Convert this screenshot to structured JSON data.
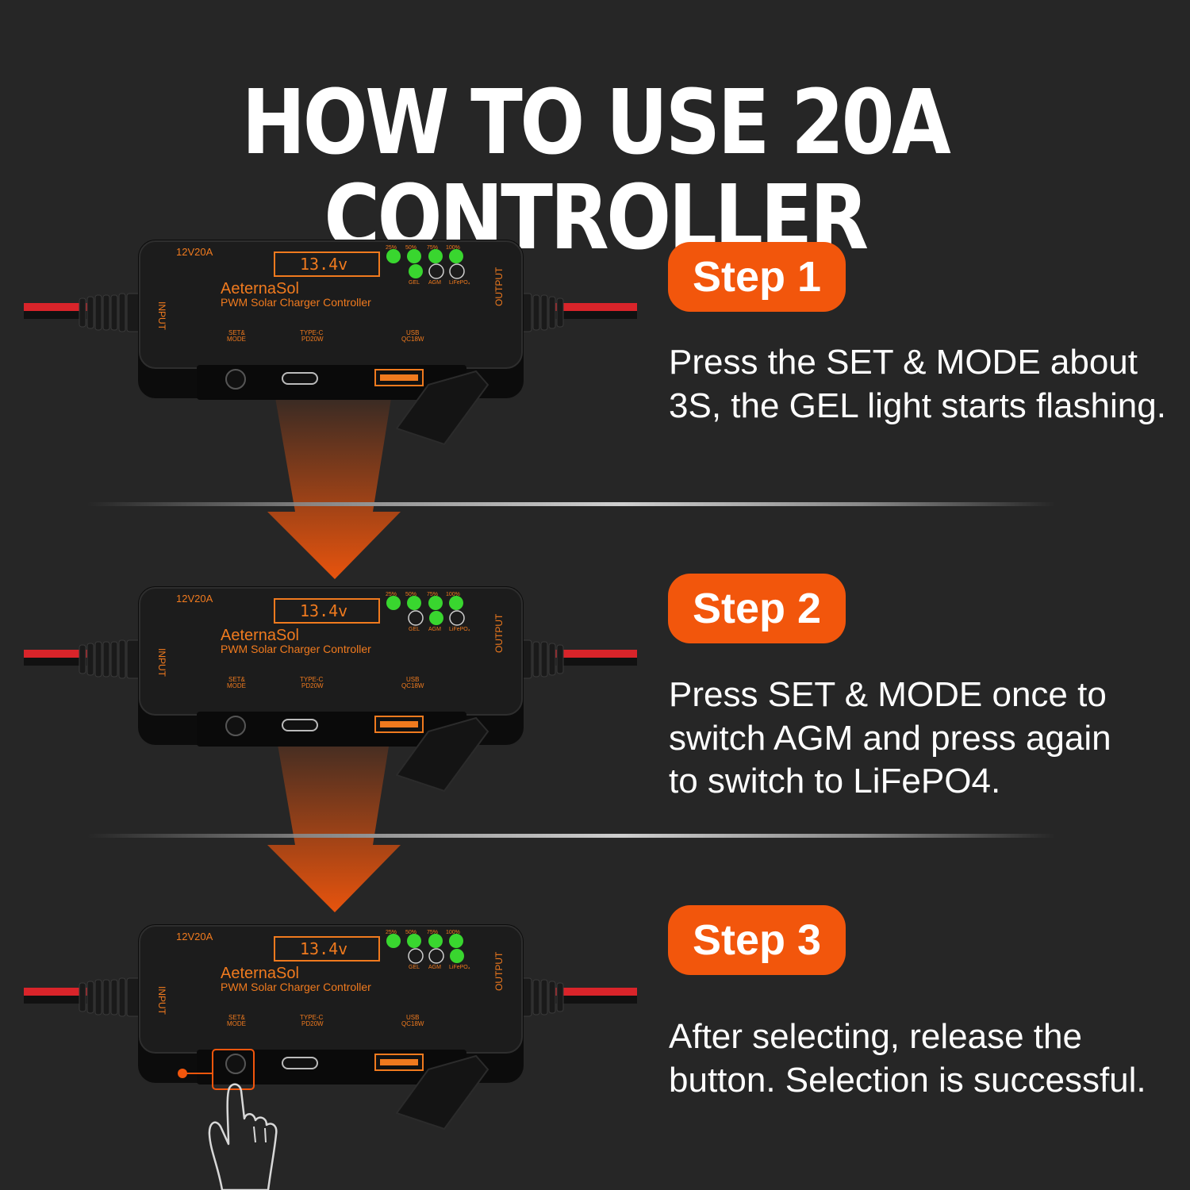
{
  "title": "HOW TO USE 20A CONTROLLER",
  "device": {
    "model": "12V20A",
    "brand": "AeternaSol",
    "subtitle": "PWM Solar Charger Controller",
    "display": "13.4v",
    "input_label": "INPUT",
    "output_label": "OUTPUT",
    "battery_levels": [
      "25%",
      "50%",
      "75%",
      "100%"
    ],
    "battery_types": [
      "GEL",
      "AGM",
      "LiFePO₄"
    ],
    "ports": {
      "set_mode": [
        "SET&",
        "MODE"
      ],
      "typec": [
        "TYPE-C",
        "PD20W"
      ],
      "usb": [
        "USB",
        "QC18W"
      ]
    }
  },
  "steps": [
    {
      "label": "Step 1",
      "text": "Press the SET & MODE about 3S, the GEL light starts flashing.",
      "active_type": "GEL"
    },
    {
      "label": "Step 2",
      "text": "Press SET & MODE once to switch AGM and press again to switch to LiFePO4.",
      "active_type": "AGM"
    },
    {
      "label": "Step 3",
      "text": "After selecting, release the button. Selection is successful.",
      "active_type": "LiFePO₄"
    }
  ],
  "colors": {
    "background": "#262626",
    "accent": "#f2560c",
    "led_on": "#39d62f",
    "device_text": "#f07a1e"
  }
}
